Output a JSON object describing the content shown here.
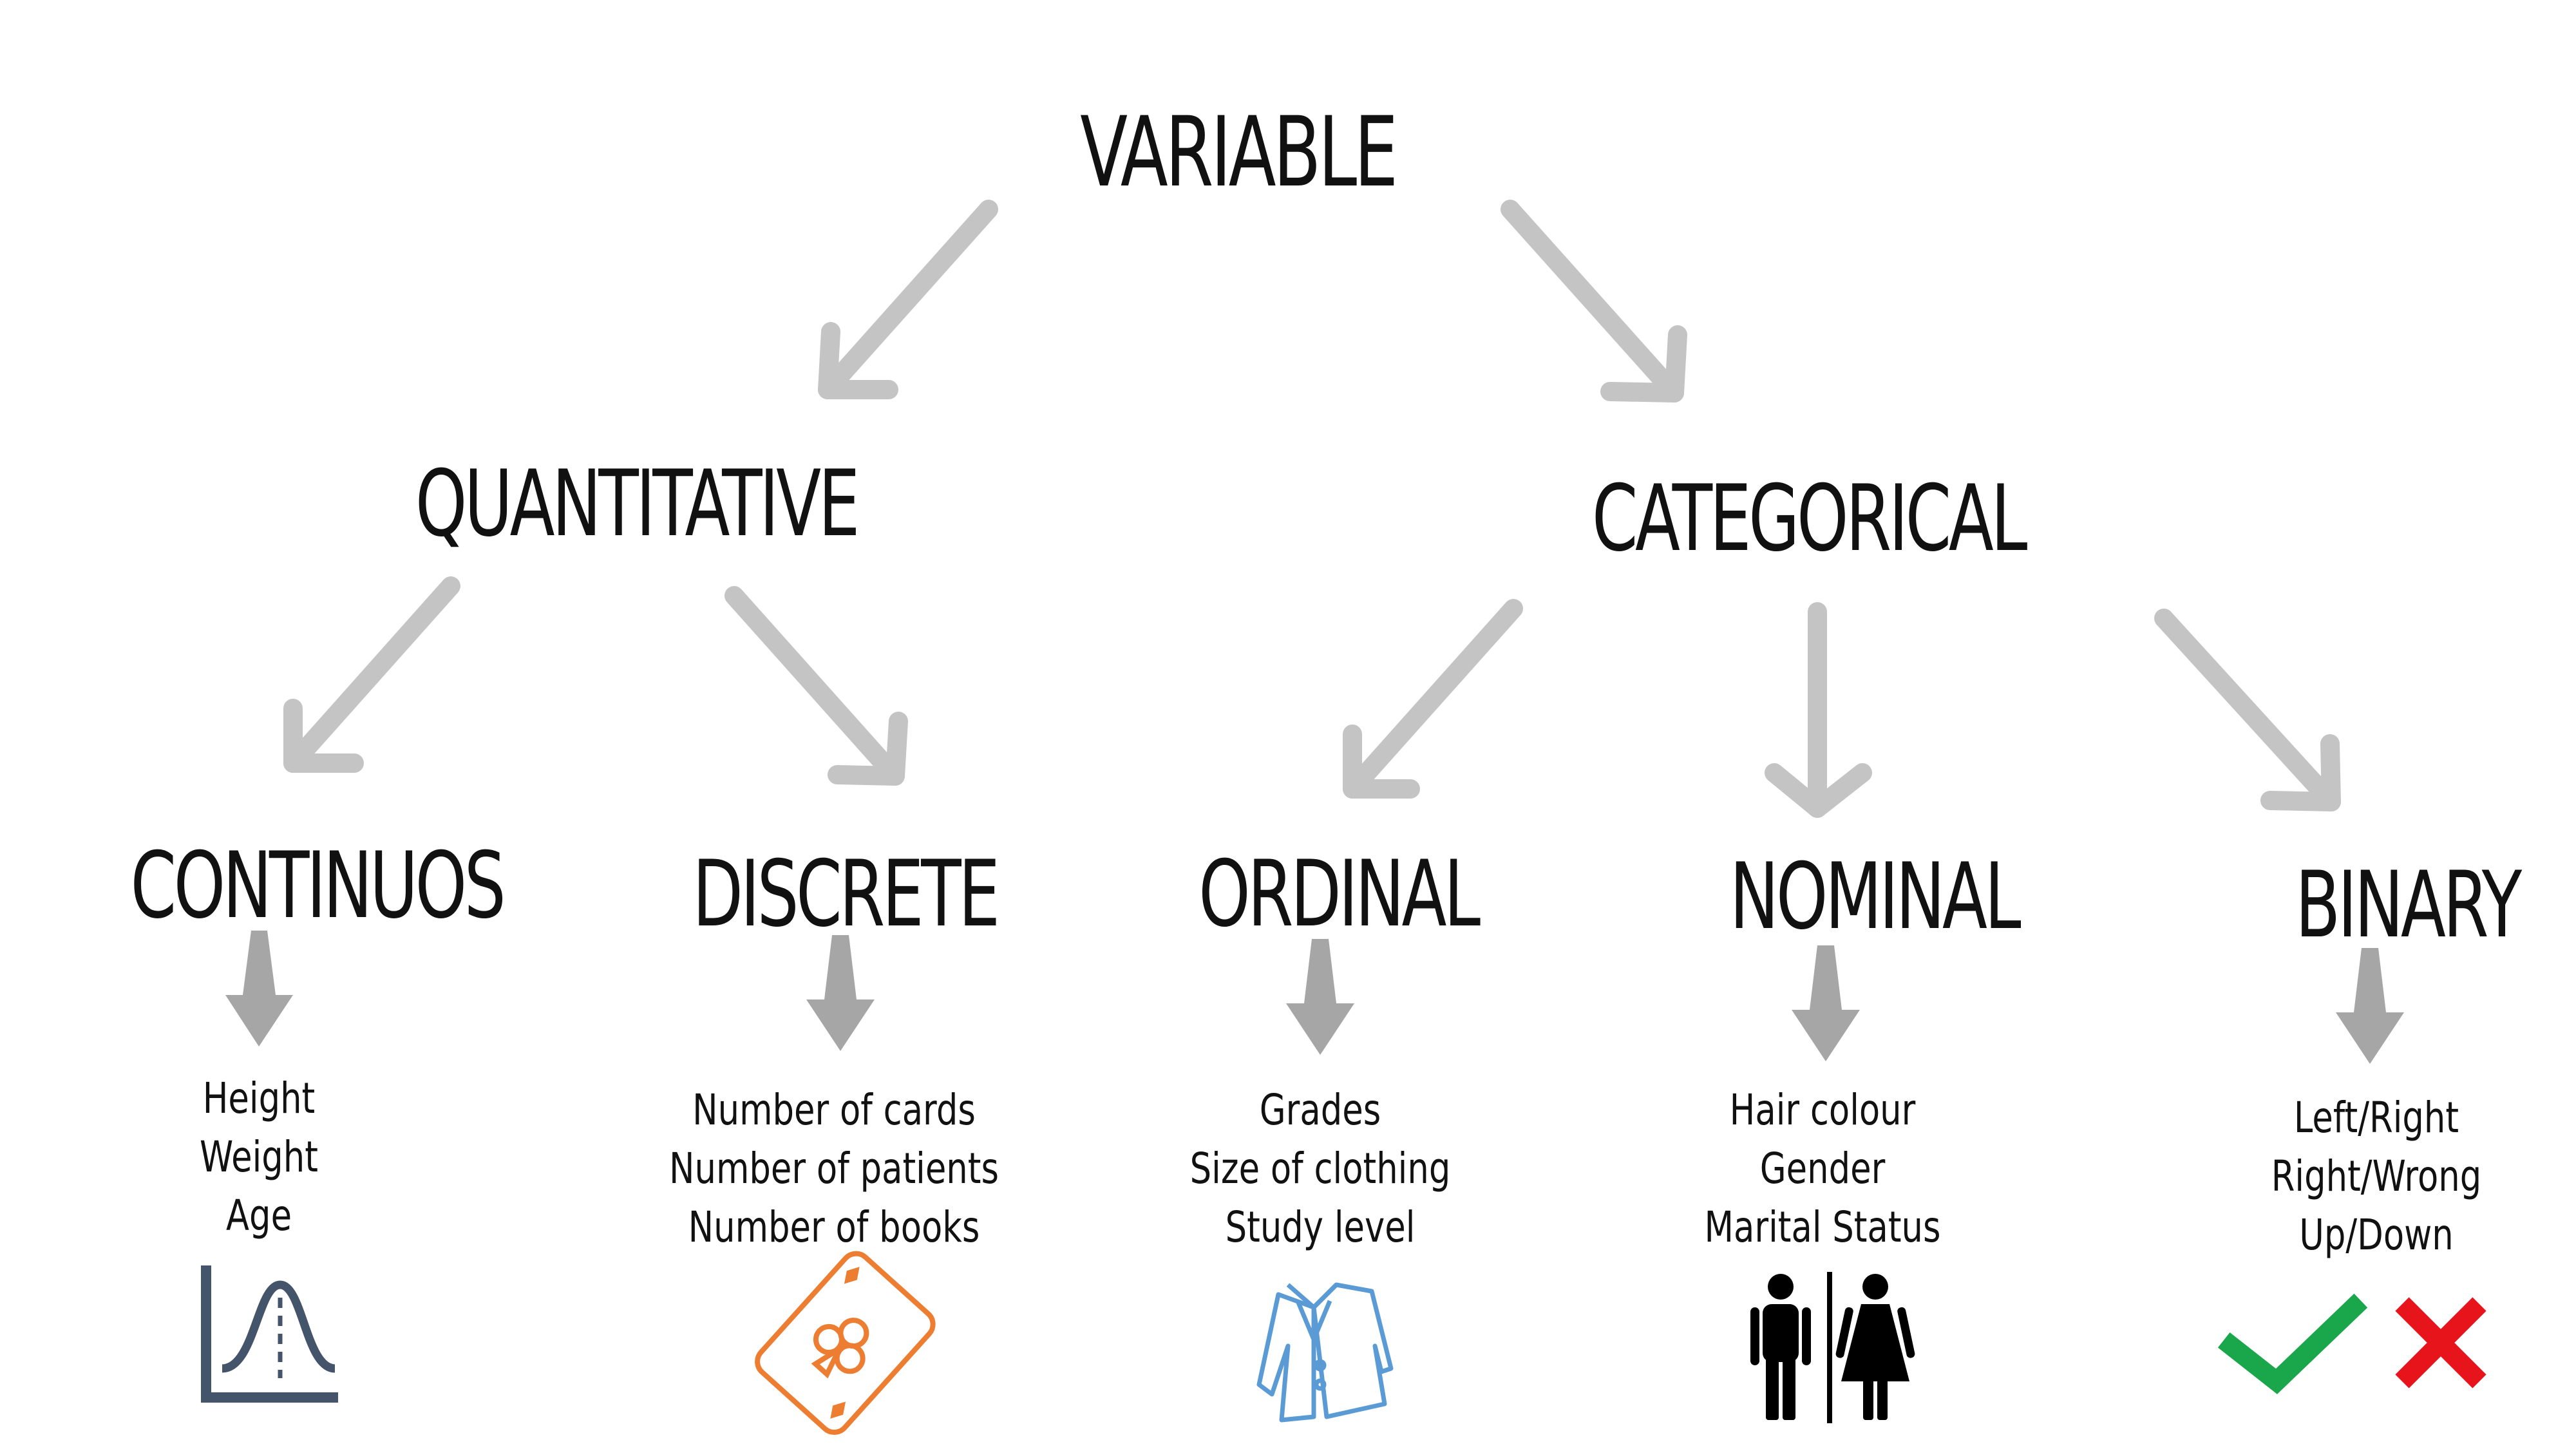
{
  "nodes": {
    "root": "VARIABLE",
    "quantitative": "QUANTITATIVE",
    "categorical": "CATEGORICAL",
    "continuous": "CONTINUOS",
    "discrete": "DISCRETE",
    "ordinal": "ORDINAL",
    "nominal": "NOMINAL",
    "binary": "BINARY"
  },
  "examples": {
    "continuous": [
      "Height",
      "Weight",
      "Age"
    ],
    "discrete": [
      "Number of cards",
      "Number of patients",
      "Number of books"
    ],
    "ordinal": [
      "Grades",
      "Size of clothing",
      "Study level"
    ],
    "nominal": [
      "Hair colour",
      "Gender",
      "Marital Status"
    ],
    "binary": [
      "Left/Right",
      "Right/Wrong",
      "Up/Down"
    ]
  },
  "icons": {
    "continuous": "normal-distribution-icon",
    "discrete": "playing-card-icon",
    "ordinal": "jacket-icon",
    "nominal": "man-woman-icon",
    "binary": "check-cross-icon"
  },
  "colors": {
    "arrow": "#c4c4c4",
    "small_arrow": "#a6a6a6",
    "chart_icon": "#44546a",
    "card_icon": "#ed7d31",
    "jacket_icon": "#5b9bd5",
    "check": "#1aa64b",
    "cross": "#e8141b",
    "text": "#111111"
  }
}
